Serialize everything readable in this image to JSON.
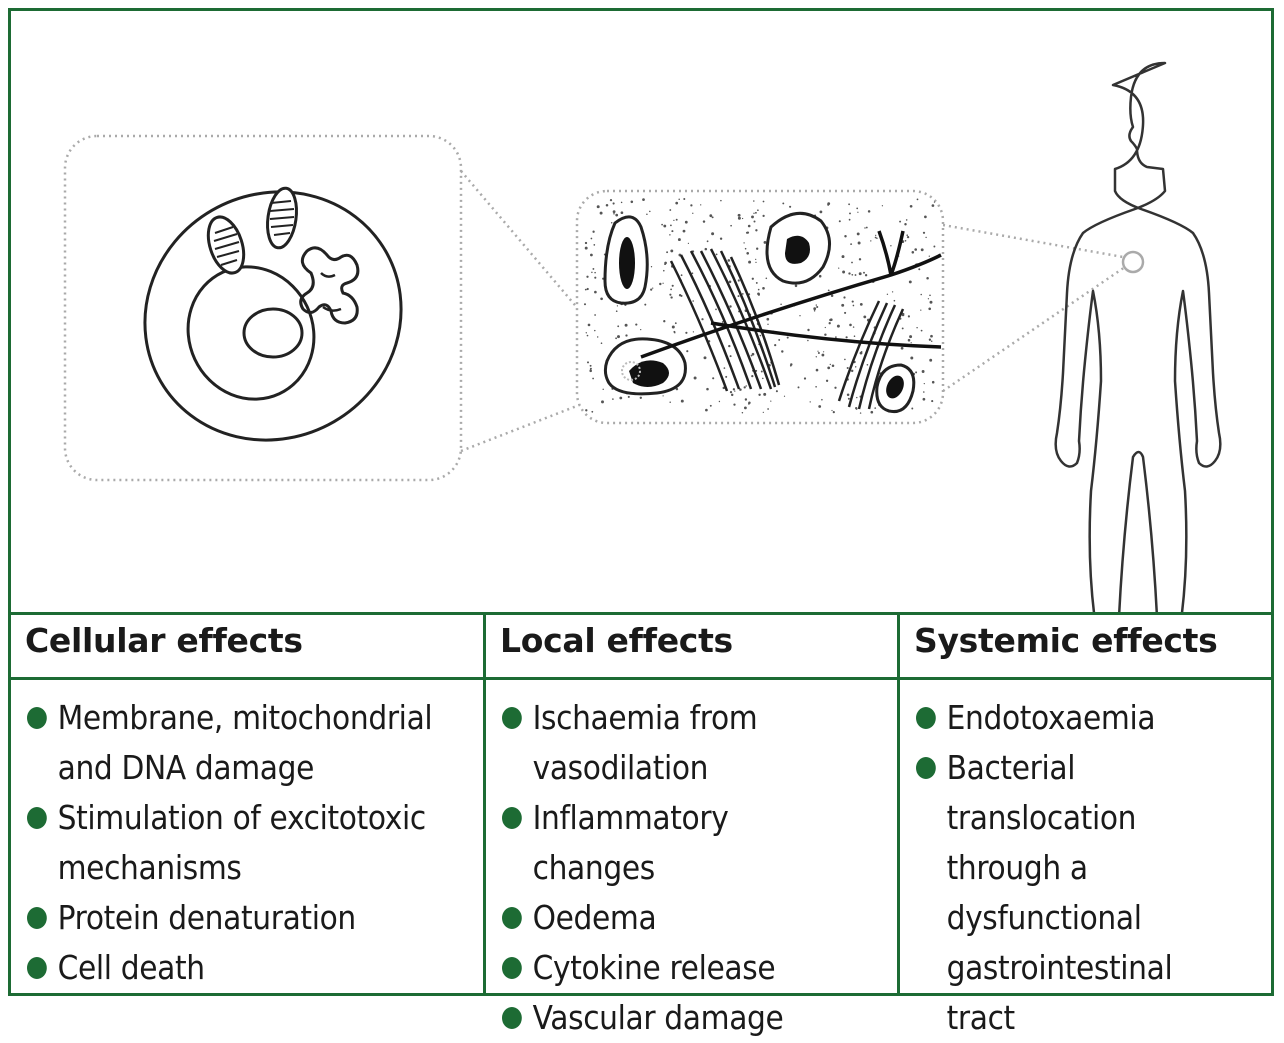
{
  "columns": [
    {
      "heading": "Cellular effects",
      "items": [
        "Membrane, mitochondrial\nand DNA damage",
        "Stimulation of excitotoxic\nmechanisms",
        "Protein denaturation",
        "Cell death"
      ]
    },
    {
      "heading": "Local effects",
      "items": [
        "Ischaemia from\nvasodilation",
        "Inflammatory changes",
        "Oedema",
        "Cytokine release",
        "Vascular damage"
      ]
    },
    {
      "heading": "Systemic effects",
      "items": [
        "Endotoxaemia",
        "Bacterial\ntranslocation\nthrough a\ndysfunctional\ngastrointestinal tract"
      ]
    }
  ],
  "colors": {
    "border": "#1d6b34",
    "bullet": "#1d6b34",
    "text": "#1a1a1a",
    "line_art": "#222222"
  }
}
